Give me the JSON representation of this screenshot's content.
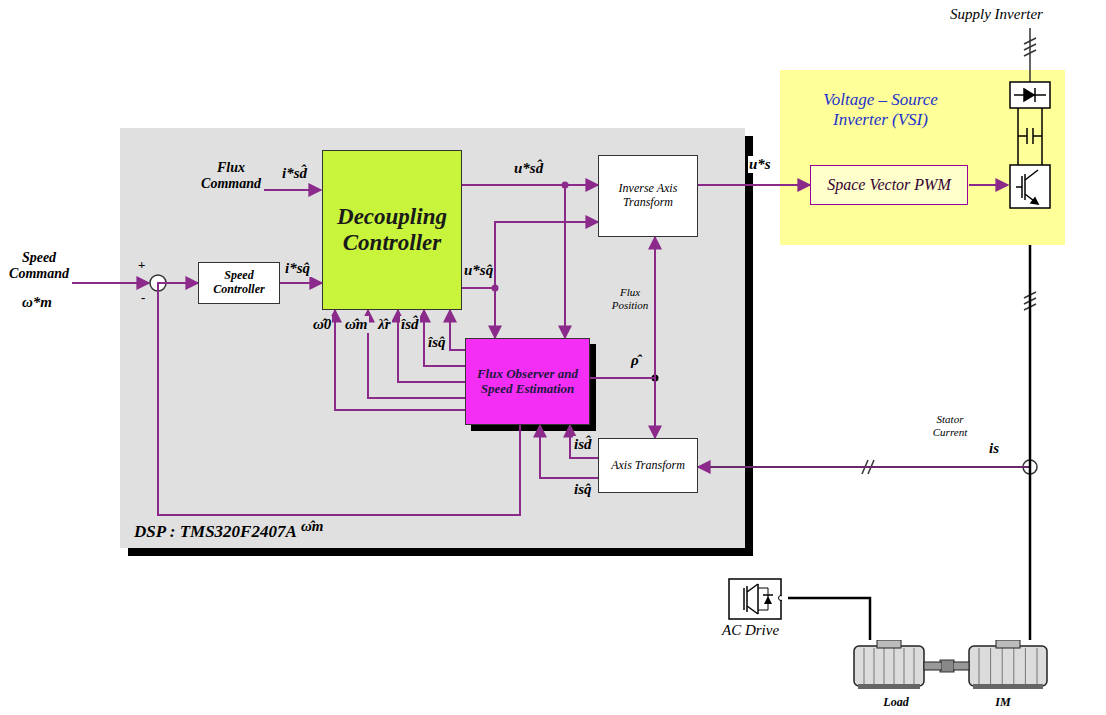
{
  "diagram": {
    "nodes": [
      {
        "text": [
          "DSP : TMS320F2407A"
        ]
      },
      {
        "text": [
          "Speed Controller"
        ],
        "in": 0
      },
      {
        "text": [
          "Decoupling Controller"
        ],
        "in": 0
      },
      {
        "text": [
          "Inverse Axis Transform"
        ],
        "in": 0
      },
      {
        "text": [
          "Flux Observer and Speed Estimation"
        ],
        "in": 0
      },
      {
        "text": [
          "Axis Transform"
        ],
        "in": 0
      },
      {
        "text": [
          "Voltage – Source Inverter (VSI)"
        ]
      },
      {
        "text": [
          "Space Vector PWM"
        ],
        "in": 6
      },
      {
        "text": [
          "Load"
        ]
      },
      {
        "text": [
          "IM"
        ]
      },
      {
        "text": [
          "AC Drive"
        ]
      }
    ],
    "edges": [
      {
        "from": 1,
        "to": 2,
        "arrow": "to",
        "label": "i*sq̂"
      },
      {
        "from": 2,
        "to": 3,
        "arrow": "to",
        "label": "u*sd̂"
      },
      {
        "from": 2,
        "to": 3,
        "arrow": "to",
        "label": "u*sq̂"
      },
      {
        "from": 2,
        "to": 4,
        "arrow": "to"
      },
      {
        "from": 2,
        "to": 4,
        "arrow": "to"
      },
      {
        "from": 4,
        "to": 2,
        "arrow": "to",
        "label": "ω̂0"
      },
      {
        "from": 4,
        "to": 2,
        "arrow": "to",
        "label": "ω̂m"
      },
      {
        "from": 4,
        "to": 2,
        "arrow": "to",
        "label": "λ̂r"
      },
      {
        "from": 4,
        "to": 2,
        "arrow": "to",
        "label": "îsd̂"
      },
      {
        "from": 4,
        "to": 2,
        "arrow": "to",
        "label": "îsq̂"
      },
      {
        "from": 4,
        "to": 3,
        "arrow": "to",
        "label": "ρ̂"
      },
      {
        "from": 4,
        "to": 5,
        "arrow": "to"
      },
      {
        "from": 5,
        "to": 4,
        "arrow": "to",
        "label": "isd̂"
      },
      {
        "from": 5,
        "to": 4,
        "arrow": "to",
        "label": "isq̂"
      },
      {
        "from": 3,
        "to": 7,
        "arrow": "to",
        "label": "u*s"
      },
      {
        "from": 4,
        "to": 1,
        "arrow": "to",
        "label": "ω̂m"
      },
      {
        "from": 9,
        "to": 5,
        "arrow": "to",
        "label": "is"
      },
      {
        "from": 6,
        "to": 9,
        "arrow": "none"
      },
      {
        "from": 10,
        "to": 8,
        "arrow": "none"
      }
    ],
    "labels": [
      "Flux Command",
      "i*sd̂",
      "Speed Command",
      "ω*m",
      "+",
      "-",
      "Flux Position",
      "Supply Inverter",
      "Stator Current"
    ]
  }
}
